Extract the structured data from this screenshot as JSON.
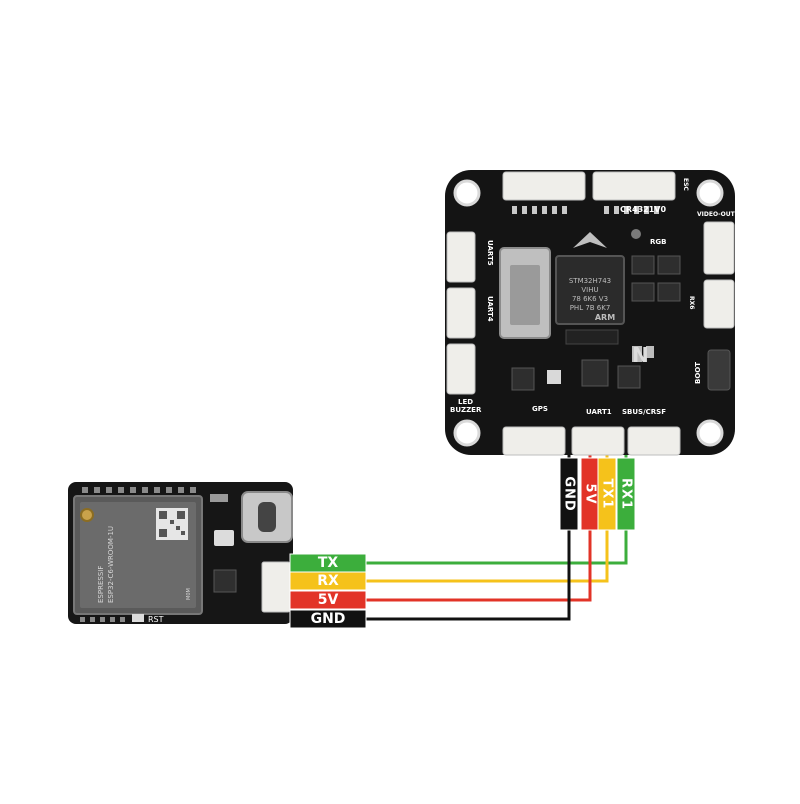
{
  "fc_board": {
    "model": "CR4321V0",
    "chip_lines": [
      "STM32H743",
      "VIHU",
      "78 6K6 V3",
      "PHL 7B 6K7",
      "ARM"
    ],
    "labels": {
      "uart5": "UART5",
      "uart4": "UART4",
      "led": "LED",
      "buzzer": "BUZZER",
      "gps": "GPS",
      "uart1": "UART1",
      "sbus": "SBUS/CRSF",
      "rgb": "RGB",
      "esc": "ESC",
      "video_out": "VIDEO-OUT",
      "boot": "BOOT",
      "rx6": "RX6"
    }
  },
  "esp_board": {
    "brand": "ESPRESSIF",
    "module": "ESP32-C6-WROOM-1U",
    "rst_label": "RST",
    "side_label": "M0M"
  },
  "fc_pins": [
    {
      "label": "GND",
      "color": "#111111",
      "text_color": "#ffffff"
    },
    {
      "label": "5V",
      "color": "#e23327",
      "text_color": "#ffffff"
    },
    {
      "label": "TX1",
      "color": "#f5c21b",
      "text_color": "#ffffff"
    },
    {
      "label": "RX1",
      "color": "#3cae3c",
      "text_color": "#ffffff"
    }
  ],
  "esp_pins": [
    {
      "label": "TX",
      "color": "#3cae3c",
      "text_color": "#ffffff"
    },
    {
      "label": "RX",
      "color": "#f5c21b",
      "text_color": "#ffffff"
    },
    {
      "label": "5V",
      "color": "#e23327",
      "text_color": "#ffffff"
    },
    {
      "label": "GND",
      "color": "#111111",
      "text_color": "#ffffff"
    }
  ],
  "wire_colors": {
    "green": "#3cae3c",
    "yellow": "#f5c21b",
    "red": "#e23327",
    "black": "#111111"
  }
}
